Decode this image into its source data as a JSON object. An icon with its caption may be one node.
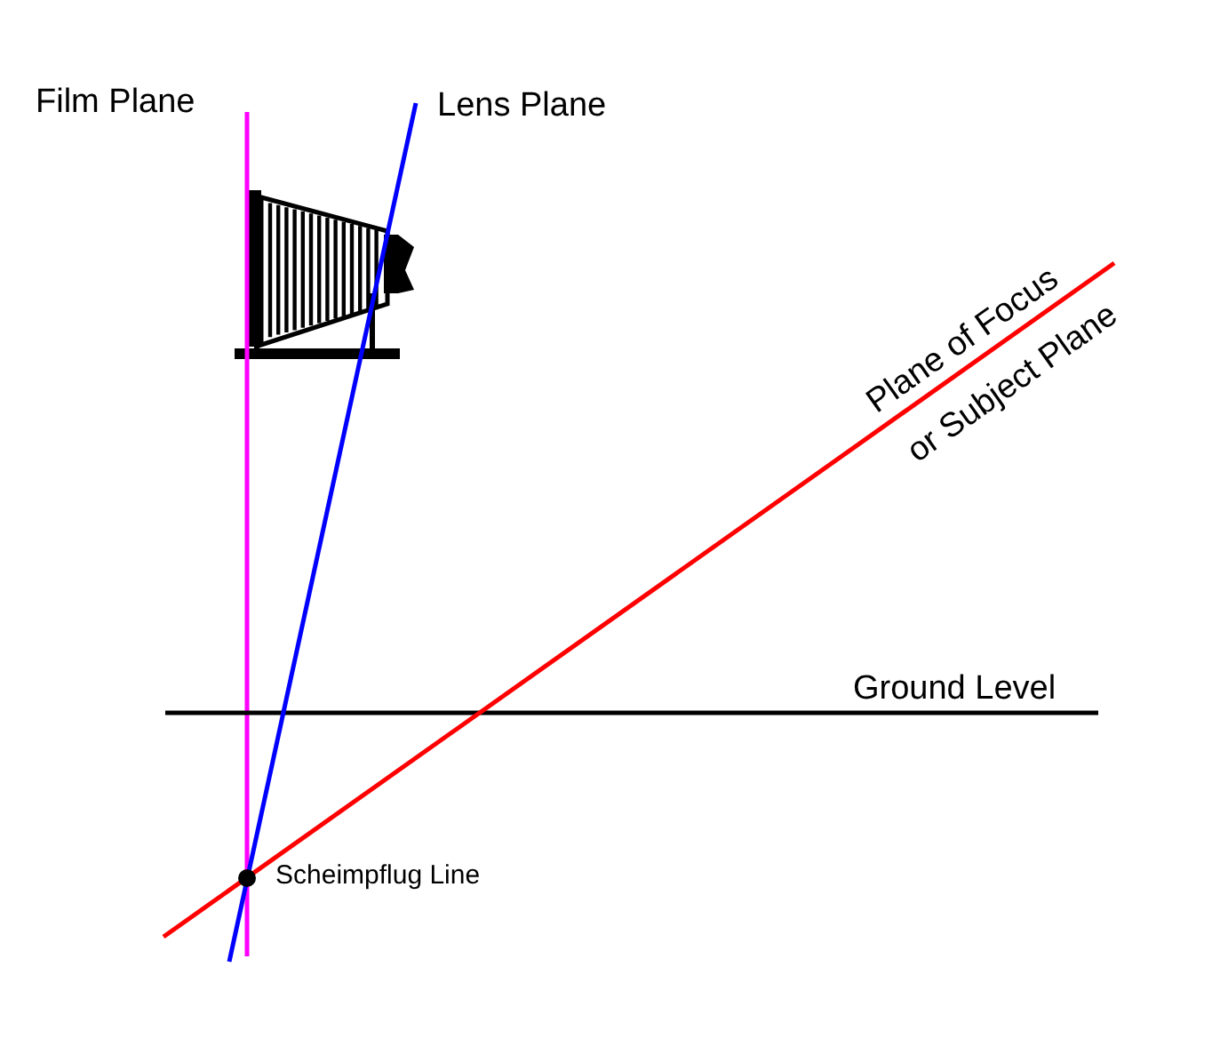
{
  "diagram": {
    "labels": [
      "Film Plane",
      "Lens Plane",
      "Plane of Focus",
      "or Subject Plane",
      "Ground Level",
      "Scheimpflug Line"
    ]
  }
}
